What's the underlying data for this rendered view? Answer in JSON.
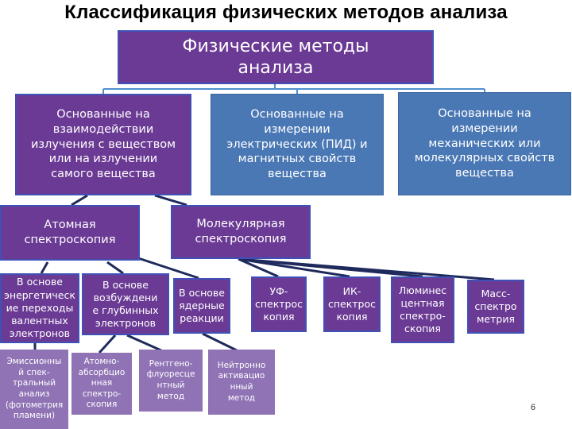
{
  "slide": {
    "title": "Классификация физических методов анализа",
    "page_number": "6"
  },
  "root": {
    "label": "Физические методы\nанализа"
  },
  "categories": [
    {
      "label": "Основанные на\nвзаимодействии\nизлучения с веществом\nили на излучении\nсамого вещества"
    },
    {
      "label": "Основанные на\nизмерении\nэлектрических (ПИД) и\nмагнитных свойств\nвещества"
    },
    {
      "label": "Основанные на\nизмерении\nмеханических или\nмолекулярных свойств\nвещества"
    }
  ],
  "spectroscopy": [
    {
      "label": "Атомная\nспектроскопия"
    },
    {
      "label": "Молекулярная\nспектроскопия"
    }
  ],
  "atomic_methods": [
    {
      "label": "В основе\nэнергетическ\nие переходы\nвалентных\nэлектронов"
    },
    {
      "label": "В основе\nвозбуждени\nе глубинных\nэлектронов"
    },
    {
      "label": "В основе\nядерные\nреакции"
    }
  ],
  "molecular_methods": [
    {
      "label": "УФ-\nспектрос\nкопия"
    },
    {
      "label": "ИК-\nспектрос\nкопия"
    },
    {
      "label": "Люминес\nцентная\nспектро-\nскопия"
    },
    {
      "label": "Масс-\nспектро\nметрия"
    }
  ],
  "sub_methods": [
    {
      "label": "Эмиссионны\nй спек-\nтральный\nанализ\n(фотометрия\nпламени)"
    },
    {
      "label": "Атомно-\nабсорбцио\nнная\nспектро-\nскопия"
    },
    {
      "label": "Рентгено-\nфлуоресце\nнтный\nметод"
    },
    {
      "label": "Нейтронно\nактивацио\nнный\nметод"
    }
  ],
  "colors": {
    "box_purple": "#6b3a94",
    "box_blue": "#4a78b5",
    "box_lavender": "#8f73b5",
    "connector_navy": "#1f2a5c",
    "connector_light": "#4e8fd0"
  }
}
